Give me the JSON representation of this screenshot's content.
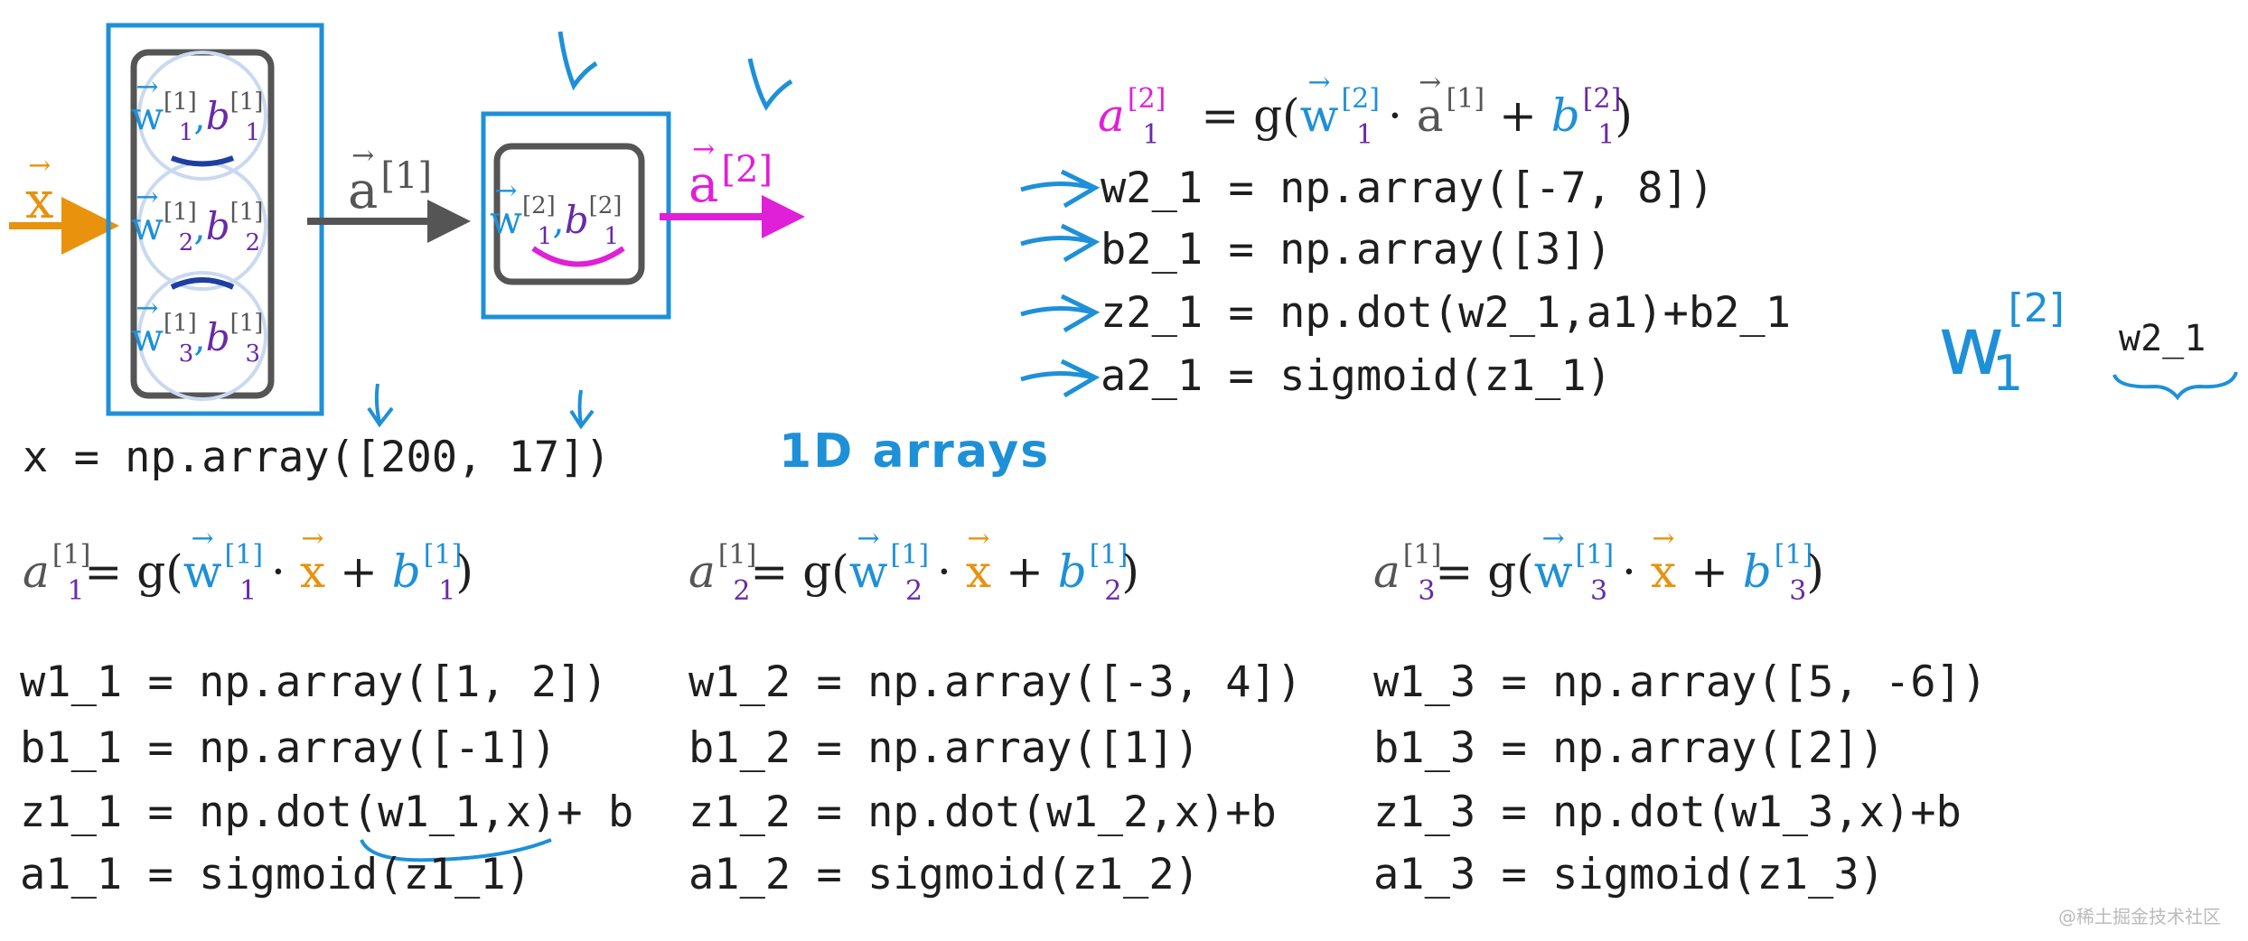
{
  "diagram": {
    "input_label": "x",
    "layer1_output_label": "a",
    "layer1_output_sup": "[1]",
    "layer2_output_label": "a",
    "layer2_output_sup": "[2]",
    "layer1_neurons": [
      {
        "w": "w",
        "sub": "1",
        "sup": "[1]",
        "b": "b"
      },
      {
        "w": "w",
        "sub": "2",
        "sup": "[1]",
        "b": "b"
      },
      {
        "w": "w",
        "sub": "3",
        "sup": "[1]",
        "b": "b"
      }
    ],
    "layer2_neuron": {
      "w": "w",
      "sub": "1",
      "sup": "[2]",
      "b": "b"
    }
  },
  "layer2": {
    "formula": {
      "lhs": "a",
      "lhs_sub": "1",
      "lhs_sup": "[2]",
      "eq": "= g(",
      "w": "w",
      "w_sub": "1",
      "w_sup": "[2]",
      "dot": "·",
      "a": "a",
      "a_sup": "[1]",
      "plus": "+",
      "b": "b",
      "b_sub": "1",
      "b_sup": "[2]",
      "close": ")"
    },
    "code": [
      "w2_1 = np.array([-7, 8])",
      "b2_1 = np.array([3])",
      "z2_1 = np.dot(w2_1,a1)+b2_1",
      "a2_1 = sigmoid(z1_1)"
    ]
  },
  "input_code": "x = np.array([200, 17])",
  "annotations": {
    "arrays_note": "1D arrays",
    "w_notation": "w",
    "w_notation_sub": "1",
    "w_notation_sup": "[2]",
    "w_code_name": "w2_1"
  },
  "neurons": [
    {
      "formula": {
        "lhs": "a",
        "sub": "1",
        "sup": "[1]",
        "eq": "= g(",
        "w": "w",
        "dot": "·",
        "x": "x",
        "plus": "+",
        "b": "b",
        "close": ")"
      },
      "code": [
        "w1_1 = np.array([1, 2])",
        "b1_1 = np.array([-1])",
        "z1_1 = np.dot(w1_1,x)+ b",
        "a1_1 = sigmoid(z1_1)"
      ]
    },
    {
      "formula": {
        "lhs": "a",
        "sub": "2",
        "sup": "[1]",
        "eq": "= g(",
        "w": "w",
        "dot": "·",
        "x": "x",
        "plus": "+",
        "b": "b",
        "close": ")"
      },
      "code": [
        "w1_2 = np.array([-3, 4])",
        "b1_2 = np.array([1])",
        "z1_2 = np.dot(w1_2,x)+b",
        "a1_2 = sigmoid(z1_2)"
      ]
    },
    {
      "formula": {
        "lhs": "a",
        "sub": "3",
        "sup": "[1]",
        "eq": "= g(",
        "w": "w",
        "dot": "·",
        "x": "x",
        "plus": "+",
        "b": "b",
        "close": ")"
      },
      "code": [
        "w1_3 = np.array([5, -6])",
        "b1_3 = np.array([2])",
        "z1_3 = np.dot(w1_3,x)+b",
        "a1_3 = sigmoid(z1_3)"
      ]
    }
  ],
  "watermark": "@稀土掘金技术社区",
  "colors": {
    "layer_box": "#1e90d8",
    "input_arrow": "#e8920e",
    "hidden_arrow": "#555555",
    "output_arrow": "#e01fd8",
    "handwriting": "#1e90d8"
  }
}
